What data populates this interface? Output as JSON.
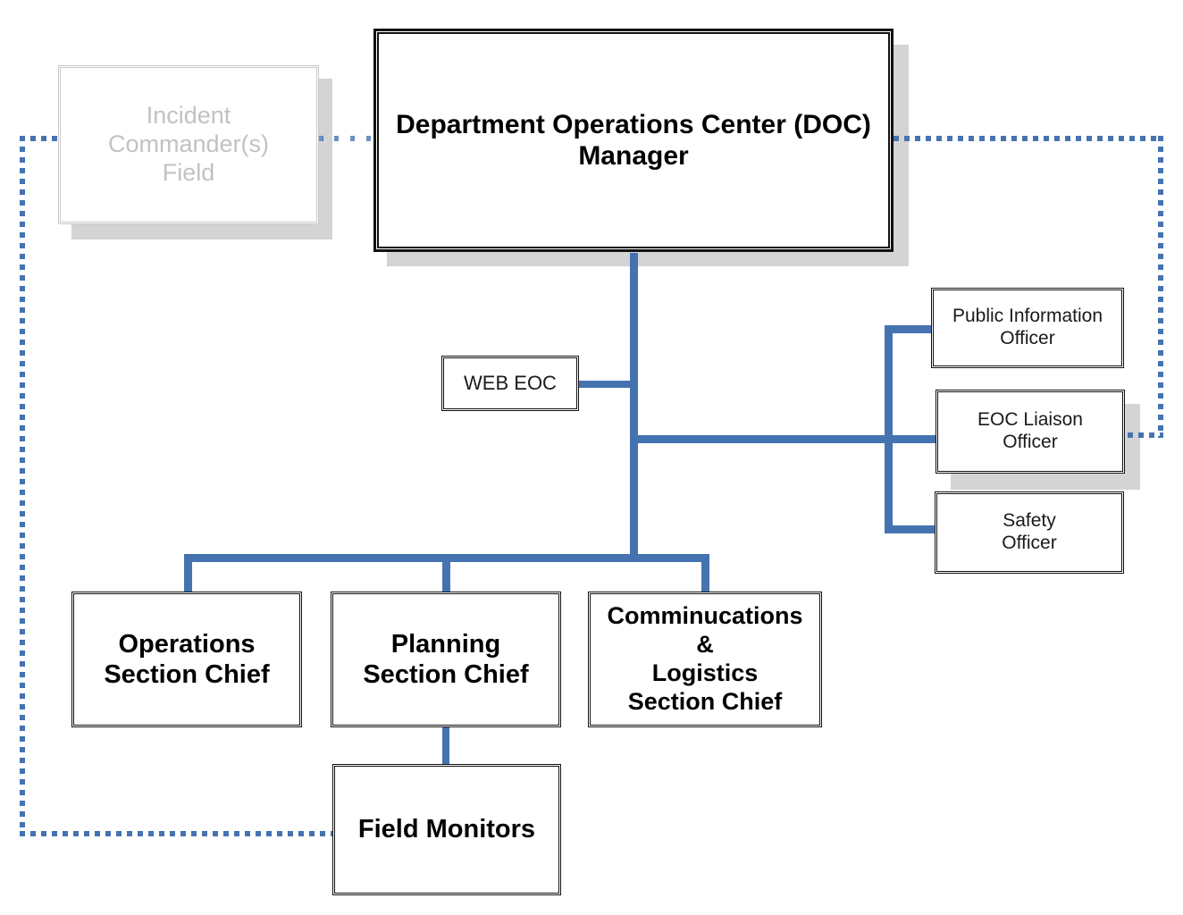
{
  "diagram": {
    "type": "organization-chart",
    "title": "Department Operations Center (DOC) Organization Chart",
    "accent_color": "#4573b0",
    "shadow_color": "#d4d4d4",
    "inactive_color": "#c2c2c2",
    "background": "#ffffff"
  },
  "nodes": {
    "incident_commander": {
      "label": "Incident\nCommander(s)\nField",
      "state": "inactive"
    },
    "doc_manager": {
      "label": "Department Operations Center (DOC)\nManager",
      "state": "primary"
    },
    "web_eoc": {
      "label": "WEB EOC",
      "state": "normal"
    },
    "public_information_officer": {
      "label": "Public Information\nOfficer",
      "state": "normal"
    },
    "eoc_liaison_officer": {
      "label": "EOC Liaison\nOfficer",
      "state": "normal"
    },
    "safety_officer": {
      "label": "Safety\nOfficer",
      "state": "normal"
    },
    "operations_section_chief": {
      "label": "Operations\nSection Chief",
      "state": "normal"
    },
    "planning_section_chief": {
      "label": "Planning\nSection Chief",
      "state": "normal"
    },
    "communications_logistics_section_chief": {
      "label": "Comminucations &\nLogistics\nSection Chief",
      "state": "normal"
    },
    "field_monitors": {
      "label": "Field Monitors",
      "state": "normal"
    }
  },
  "connections": [
    {
      "from": "incident_commander",
      "to": "doc_manager",
      "style": "dotted"
    },
    {
      "from": "doc_manager",
      "to": "web_eoc",
      "style": "solid"
    },
    {
      "from": "doc_manager",
      "to": "public_information_officer",
      "style": "solid"
    },
    {
      "from": "doc_manager",
      "to": "eoc_liaison_officer",
      "style": "solid"
    },
    {
      "from": "doc_manager",
      "to": "safety_officer",
      "style": "solid"
    },
    {
      "from": "doc_manager",
      "to": "operations_section_chief",
      "style": "solid"
    },
    {
      "from": "doc_manager",
      "to": "planning_section_chief",
      "style": "solid"
    },
    {
      "from": "doc_manager",
      "to": "communications_logistics_section_chief",
      "style": "solid"
    },
    {
      "from": "planning_section_chief",
      "to": "field_monitors",
      "style": "solid"
    },
    {
      "from": "doc_manager",
      "to": "eoc_liaison_officer",
      "style": "dotted"
    },
    {
      "from": "incident_commander",
      "to": "field_monitors",
      "style": "dotted"
    }
  ]
}
